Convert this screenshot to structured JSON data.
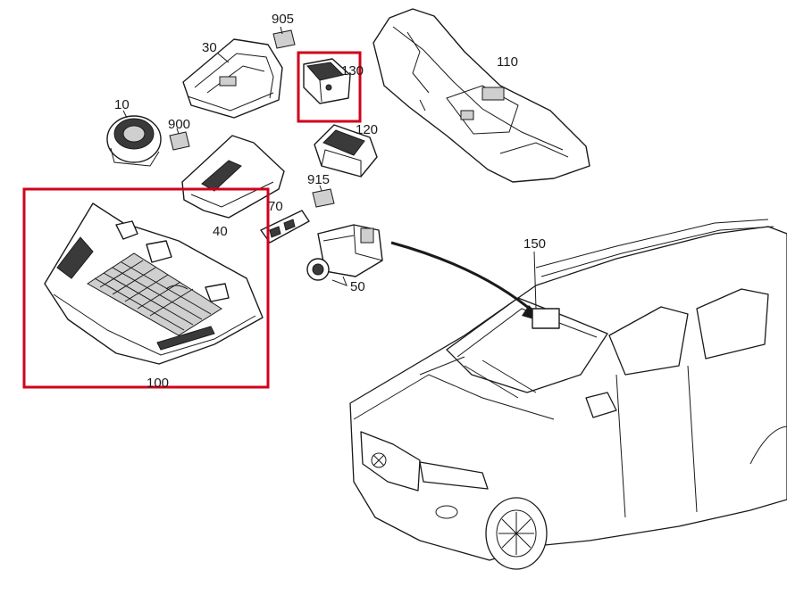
{
  "diagram": {
    "labels": {
      "p905": "905",
      "p30": "30",
      "p130": "130",
      "p110": "110",
      "p10": "10",
      "p900": "900",
      "p120": "120",
      "p915": "915",
      "p70": "70",
      "p40": "40",
      "p150": "150",
      "p50": "50",
      "p100": "100"
    },
    "highlight_color": "#d0021b",
    "highlighted_parts": [
      "130",
      "100"
    ]
  }
}
